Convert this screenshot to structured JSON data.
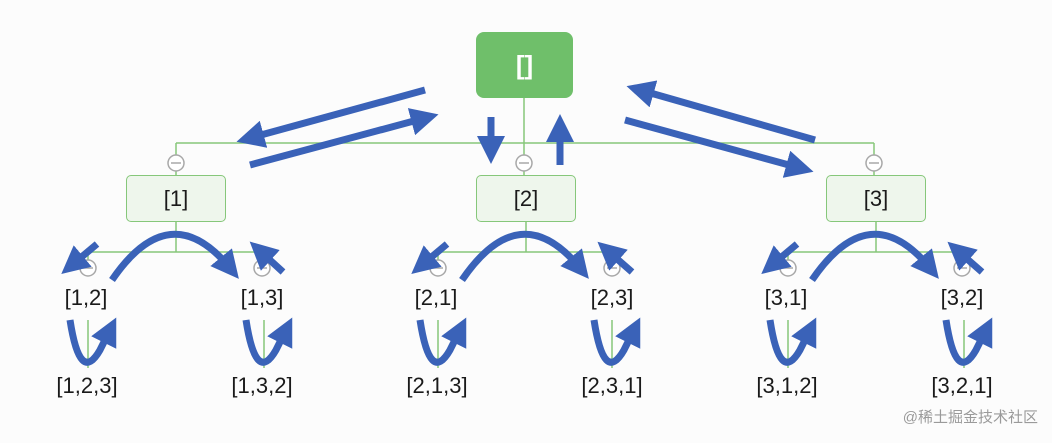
{
  "diagram": {
    "root": "[]",
    "level1": [
      "[1]",
      "[2]",
      "[3]"
    ],
    "level2": [
      "[1,2]",
      "[1,3]",
      "[2,1]",
      "[2,3]",
      "[3,1]",
      "[3,2]"
    ],
    "level3": [
      "[1,2,3]",
      "[1,3,2]",
      "[2,1,3]",
      "[2,3,1]",
      "[3,1,2]",
      "[3,2,1]"
    ]
  },
  "watermark": "@稀土掘金技术社区",
  "colors": {
    "node_fill": "#6fbf6a",
    "line": "#86c77a",
    "arrow": "#3a62b8"
  }
}
